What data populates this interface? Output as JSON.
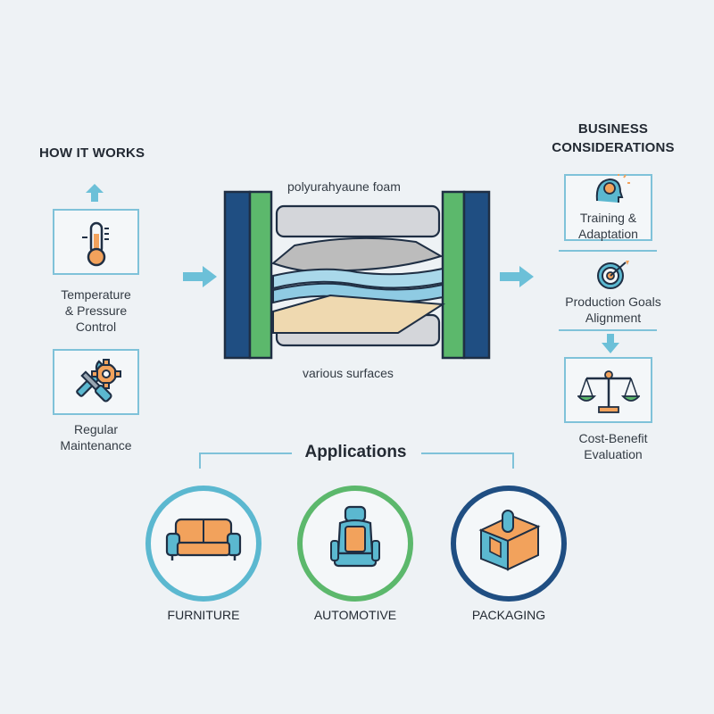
{
  "left": {
    "heading": "HOW IT WORKS",
    "temperature_label_1": "Temperature",
    "temperature_label_2": "& Pressure",
    "temperature_label_3": "Control",
    "maintenance_label_1": "Regular",
    "maintenance_label_2": "Maintenance",
    "temperature_icon": "thermometer-icon",
    "maintenance_icon": "tools-icon"
  },
  "center": {
    "top_label": "polyurahyaune foam",
    "bottom_label": "various surfaces"
  },
  "right": {
    "heading_line1": "BUSINESS",
    "heading_line2": "CONSIDERATIONS",
    "training_label_1": "Training &",
    "training_label_2": "Adaptation",
    "goals_label_1": "Production Goals",
    "goals_label_2": "Alignment",
    "cost_label_1": "Cost-Benefit",
    "cost_label_2": "Evaluation",
    "training_icon": "head-lightbulb-icon",
    "goals_icon": "target-icon",
    "cost_icon": "balance-scale-icon"
  },
  "applications": {
    "heading": "Applications",
    "items": [
      {
        "label": "FURNITURE",
        "icon": "sofa-icon",
        "ring_color": "#5bb8d0"
      },
      {
        "label": "AUTOMOTIVE",
        "icon": "car-seat-icon",
        "ring_color": "#5cb86c"
      },
      {
        "label": "PACKAGING",
        "icon": "box-icon",
        "ring_color": "#1f4e82"
      }
    ]
  },
  "colors": {
    "navy": "#1f4e82",
    "green": "#5cb86c",
    "teal": "#5bb8d0",
    "orange": "#f2a25c",
    "background": "#eef2f5"
  }
}
